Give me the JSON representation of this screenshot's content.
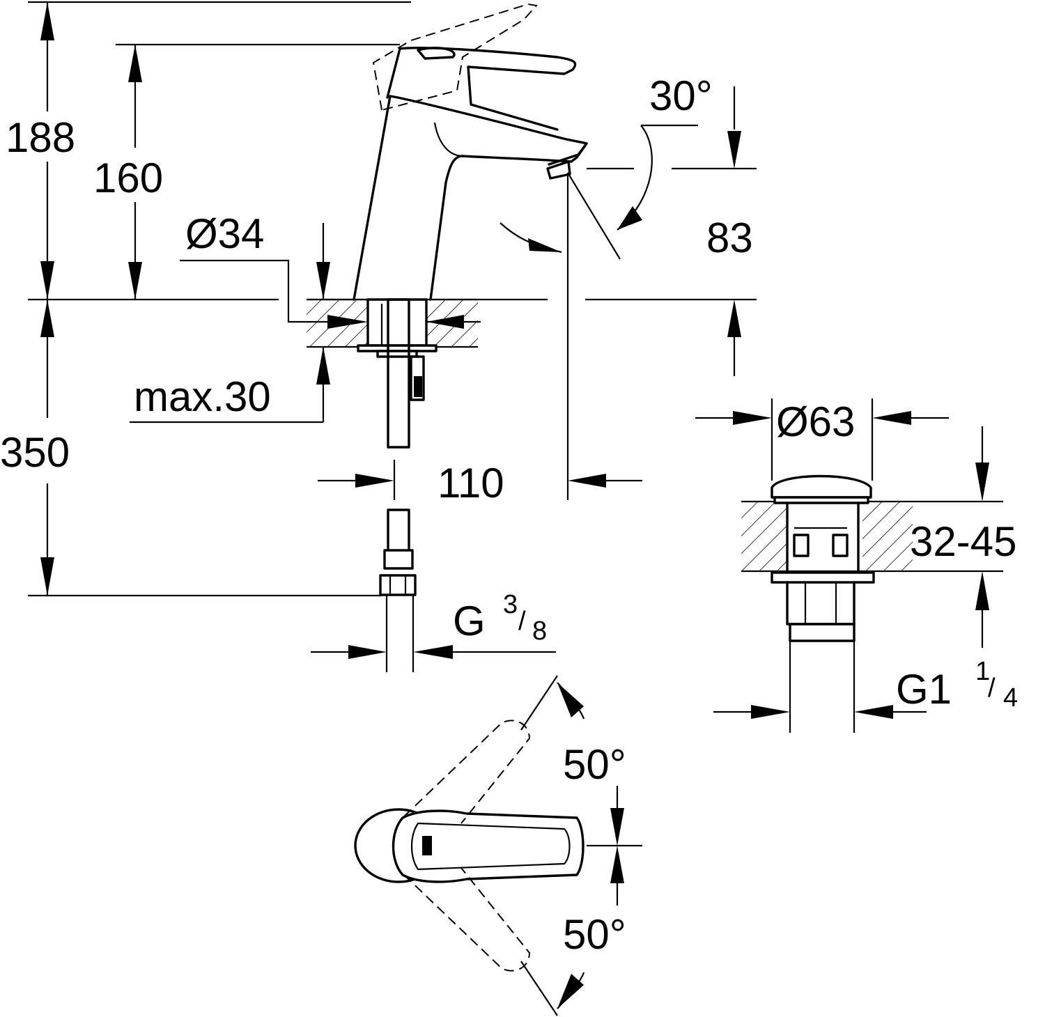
{
  "dimensions": {
    "overall_height": "188",
    "height_to_lever": "160",
    "body_diameter": "Ø34",
    "max_deck_thickness": "max.30",
    "hose_length": "350",
    "spout_reach": "110",
    "spout_angle": "30°",
    "spout_height": "83",
    "hose_thread_main": "G",
    "hose_thread_num": "3",
    "hose_thread_den": "8",
    "waste_diameter": "Ø63",
    "basin_thickness": "32-45",
    "waste_thread_main": "G1",
    "waste_thread_num": "1",
    "waste_thread_den": "4",
    "lever_angle_left": "50°",
    "lever_angle_right": "50°"
  },
  "colors": {
    "line": "#000000",
    "background": "#ffffff"
  }
}
